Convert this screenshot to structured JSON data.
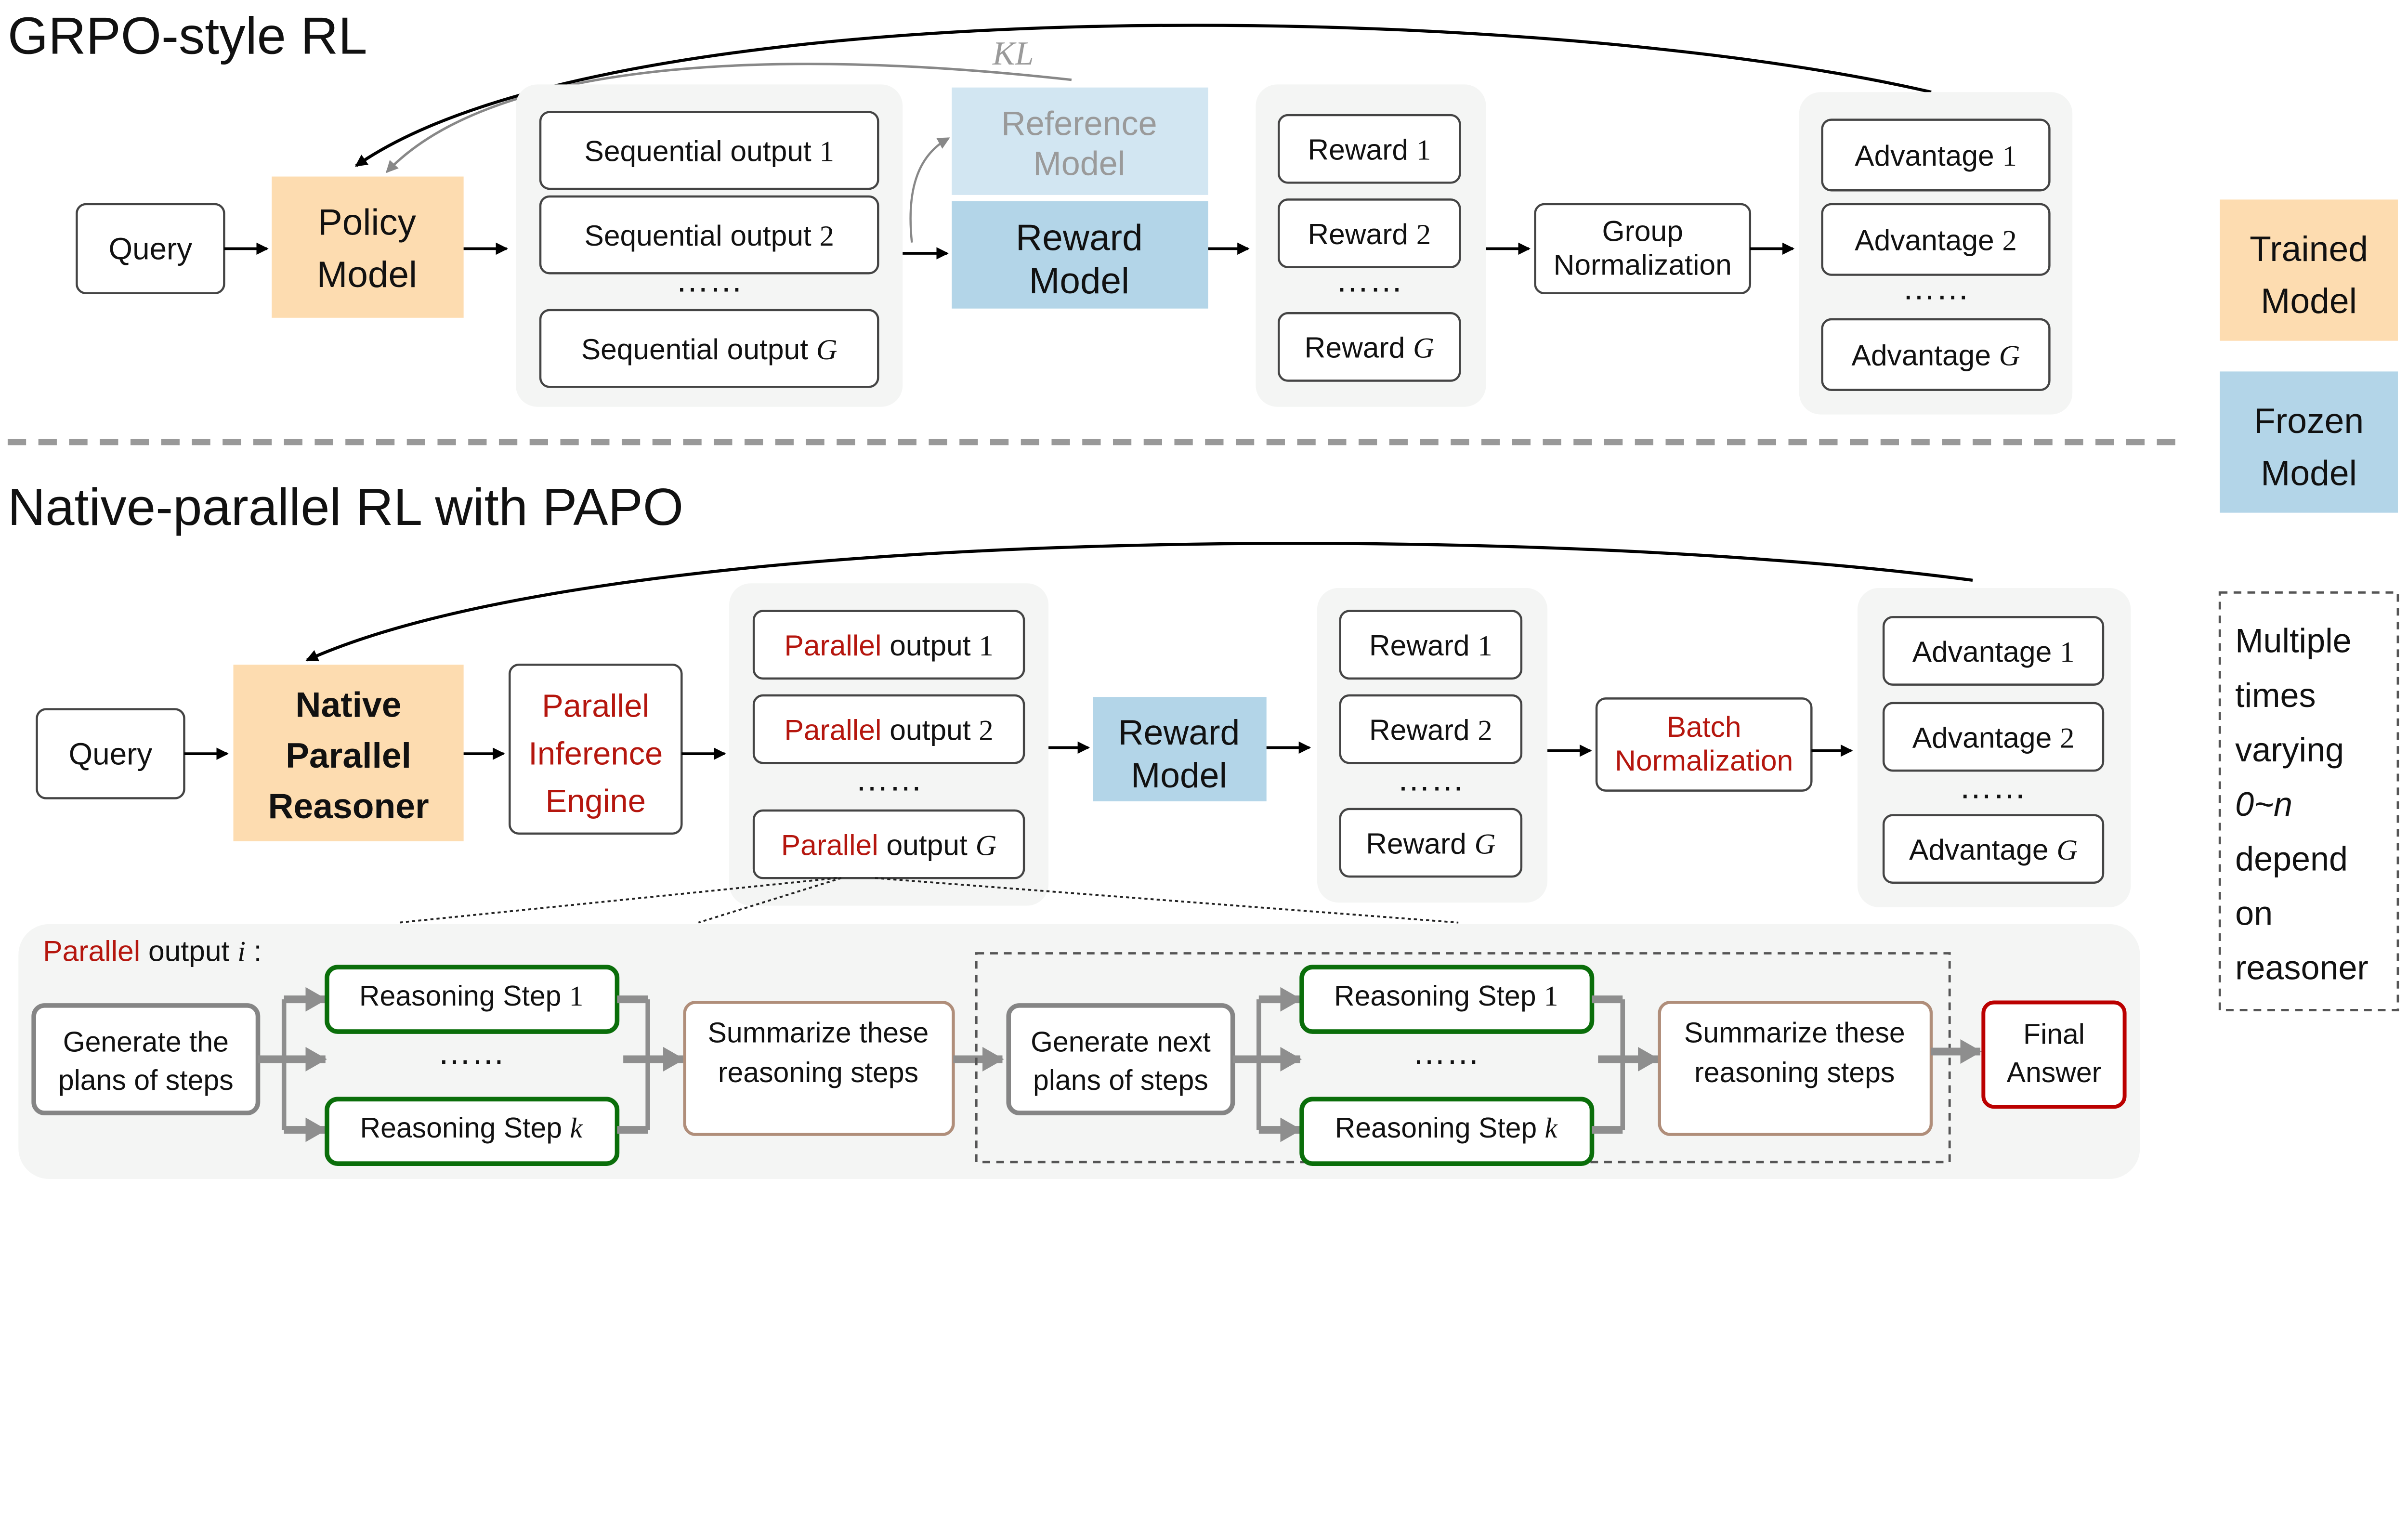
{
  "colors": {
    "trained": "#FDDCB0",
    "frozen": "#B3D5E8",
    "reference": "#D2E6F2",
    "group_bg": "#F4F5F4",
    "accent_red": "#B5160E",
    "step_green": "#0A6E0A",
    "summary_brown": "#B08E7A"
  },
  "grpo": {
    "title": "GRPO-style RL",
    "query": "Query",
    "policy": [
      "Policy",
      "Model"
    ],
    "outputs": [
      {
        "label": "Sequential output ",
        "index": "1"
      },
      {
        "label": "Sequential output ",
        "index": "2"
      },
      {
        "label": "Sequential output ",
        "index": "G"
      }
    ],
    "ellipsis": "……",
    "reference": [
      "Reference",
      "Model"
    ],
    "kl": "KL",
    "reward_model": [
      "Reward",
      "Model"
    ],
    "rewards": [
      {
        "label": "Reward ",
        "index": "1"
      },
      {
        "label": "Reward ",
        "index": "2"
      },
      {
        "label": "Reward ",
        "index": "G"
      }
    ],
    "normalization": [
      "Group",
      "Normalization"
    ],
    "advantages": [
      {
        "label": "Advantage ",
        "index": "1"
      },
      {
        "label": "Advantage ",
        "index": "2"
      },
      {
        "label": "Advantage ",
        "index": "G"
      }
    ]
  },
  "papo": {
    "title": "Native-parallel RL with PAPO",
    "query": "Query",
    "reasoner": [
      "Native",
      "Parallel",
      "Reasoner"
    ],
    "engine": [
      "Parallel",
      "Inference",
      "Engine"
    ],
    "outputs": [
      {
        "prefix": "Parallel",
        "label": " output ",
        "index": "1"
      },
      {
        "prefix": "Parallel",
        "label": " output ",
        "index": "2"
      },
      {
        "prefix": "Parallel",
        "label": " output ",
        "index": "G"
      }
    ],
    "ellipsis": "……",
    "reward_model": [
      "Reward",
      "Model"
    ],
    "rewards": [
      {
        "label": "Reward ",
        "index": "1"
      },
      {
        "label": "Reward ",
        "index": "2"
      },
      {
        "label": "Reward ",
        "index": "G"
      }
    ],
    "normalization": [
      "Batch",
      "Normalization"
    ],
    "advantages": [
      {
        "label": "Advantage ",
        "index": "1"
      },
      {
        "label": "Advantage ",
        "index": "2"
      },
      {
        "label": "Advantage ",
        "index": "G"
      }
    ]
  },
  "detail": {
    "heading_prefix": "Parallel",
    "heading_label": " output ",
    "heading_index": "i",
    "heading_colon": " :",
    "generate": [
      "Generate the",
      "plans of steps"
    ],
    "step1": {
      "label": "Reasoning Step ",
      "index": "1"
    },
    "stepk": {
      "label": "Reasoning Step ",
      "index": "k"
    },
    "ellipsis": "……",
    "summarize": [
      "Summarize these",
      "reasoning steps"
    ],
    "generate_next": [
      "Generate next",
      "plans of steps"
    ],
    "final": [
      "Final",
      "Answer"
    ]
  },
  "legend": {
    "trained": [
      "Trained",
      "Model"
    ],
    "frozen": [
      "Frozen",
      "Model"
    ],
    "repeat": [
      "Multiple",
      "times",
      "varying",
      "0~n",
      "depend",
      "on",
      "reasoner"
    ]
  }
}
